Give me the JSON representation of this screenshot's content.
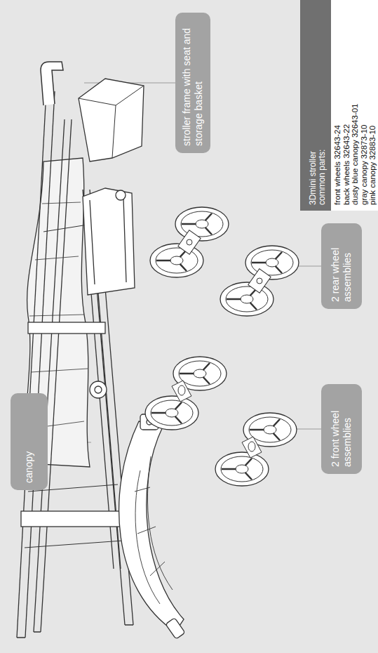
{
  "diagram": {
    "nodes": [
      {
        "text": [
          "stroller frame with seat and storage basket"
        ]
      },
      {
        "text": [
          "2 rear wheel assemblies"
        ]
      },
      {
        "text": [
          "2 front wheel assemblies"
        ]
      },
      {
        "text": [
          "canopy"
        ]
      },
      {
        "text": [
          "3Dmini stroller common parts:",
          "front wheels 32643-24",
          "back wheels 32643-22",
          "dusty blue canopy 32643-01",
          "gray canopy 32873-10",
          "pink canopy 32883-10"
        ]
      }
    ]
  }
}
